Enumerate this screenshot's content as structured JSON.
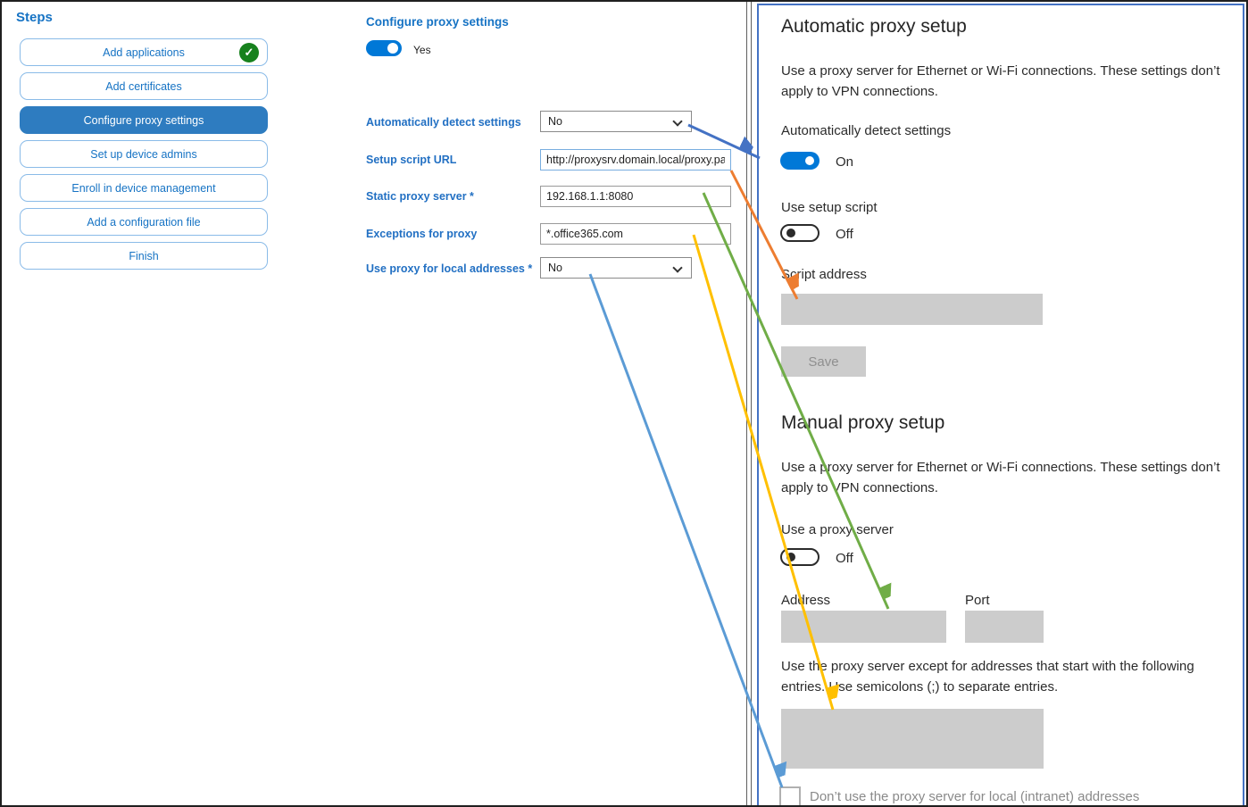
{
  "steps": {
    "title": "Steps",
    "items": [
      {
        "label": "Add applications",
        "completed": true,
        "selected": false
      },
      {
        "label": "Add certificates",
        "completed": false,
        "selected": false
      },
      {
        "label": "Configure proxy settings",
        "completed": false,
        "selected": true
      },
      {
        "label": "Set up device admins",
        "completed": false,
        "selected": false
      },
      {
        "label": "Enroll in device management",
        "completed": false,
        "selected": false
      },
      {
        "label": "Add a configuration file",
        "completed": false,
        "selected": false
      },
      {
        "label": "Finish",
        "completed": false,
        "selected": false
      }
    ],
    "check_icon": "✓"
  },
  "wizard": {
    "title": "Configure proxy settings",
    "enabled_toggle": {
      "state": "on",
      "label": "Yes"
    },
    "fields": [
      {
        "label": "Automatically detect settings",
        "type": "dropdown",
        "value": "No"
      },
      {
        "label": "Setup script URL",
        "type": "text",
        "value": "http://proxysrv.domain.local/proxy.pa",
        "focused": true
      },
      {
        "label": "Static proxy server *",
        "type": "text",
        "value": "192.168.1.1:8080"
      },
      {
        "label": "Exceptions for proxy",
        "type": "text",
        "value": "*.office365.com"
      },
      {
        "label": "Use proxy for local addresses *",
        "type": "dropdown",
        "value": "No"
      }
    ]
  },
  "settings_panel": {
    "automatic": {
      "heading": "Automatic proxy setup",
      "description": "Use a proxy server for Ethernet or Wi-Fi connections. These settings don’t apply to VPN connections.",
      "detect_label": "Automatically detect settings",
      "detect_state": "On",
      "script_toggle_label": "Use setup script",
      "script_toggle_state": "Off",
      "script_address_label": "Script address",
      "save_button": "Save"
    },
    "manual": {
      "heading": "Manual proxy setup",
      "description": "Use a proxy server for Ethernet or Wi-Fi connections. These settings don’t apply to VPN connections.",
      "proxy_toggle_label": "Use a proxy server",
      "proxy_toggle_state": "Off",
      "address_label": "Address",
      "port_label": "Port",
      "exceptions_text": "Use the proxy server except for addresses that start with the following entries. Use semicolons (;) to separate entries.",
      "local_checkbox_label": "Don’t use the proxy server for local (intranet) addresses"
    }
  },
  "colors": {
    "accent_blue": "#0078d7",
    "selected_step": "#2e7cc0",
    "check_green": "#17811d",
    "arrow_dark_blue": "#4472C4",
    "arrow_orange": "#ED7D31",
    "arrow_green": "#70AD47",
    "arrow_yellow": "#FFC000",
    "arrow_light_blue": "#5B9BD5"
  }
}
